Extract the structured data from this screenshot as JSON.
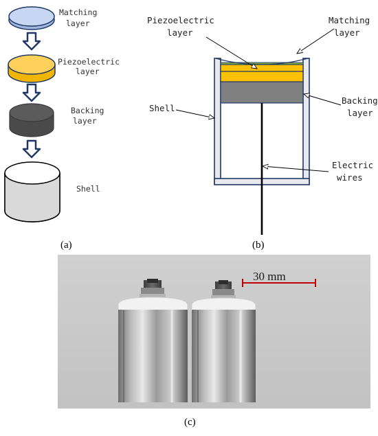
{
  "panel_a": {
    "matching_layer": [
      "Matching",
      "layer"
    ],
    "piezoelectric_layer": [
      "Piezoelectric",
      "layer"
    ],
    "backing_layer": [
      "Backing",
      "layer"
    ],
    "shell": "Shell"
  },
  "panel_b": {
    "piezoelectric_layer": [
      "Piezoelectric",
      "layer"
    ],
    "matching_layer": [
      "Matching",
      "layer"
    ],
    "shell": "Shell",
    "backing_layer": [
      "Backing",
      "layer"
    ],
    "electric_wires": [
      "Electric",
      "wires"
    ]
  },
  "panel_labels": {
    "a": "(a)",
    "b": "(b)",
    "c": "(c)"
  },
  "photo": {
    "scale_bar_label": "30 mm"
  },
  "colors": {
    "matching": "#c7d7f3",
    "piezo": "#ffc000",
    "backing": "#595959",
    "outline": "#1f3864",
    "shell_fill": "#d9d9d9",
    "scale_bar": "#c00000",
    "photo_bg": "#c9c9c9"
  }
}
